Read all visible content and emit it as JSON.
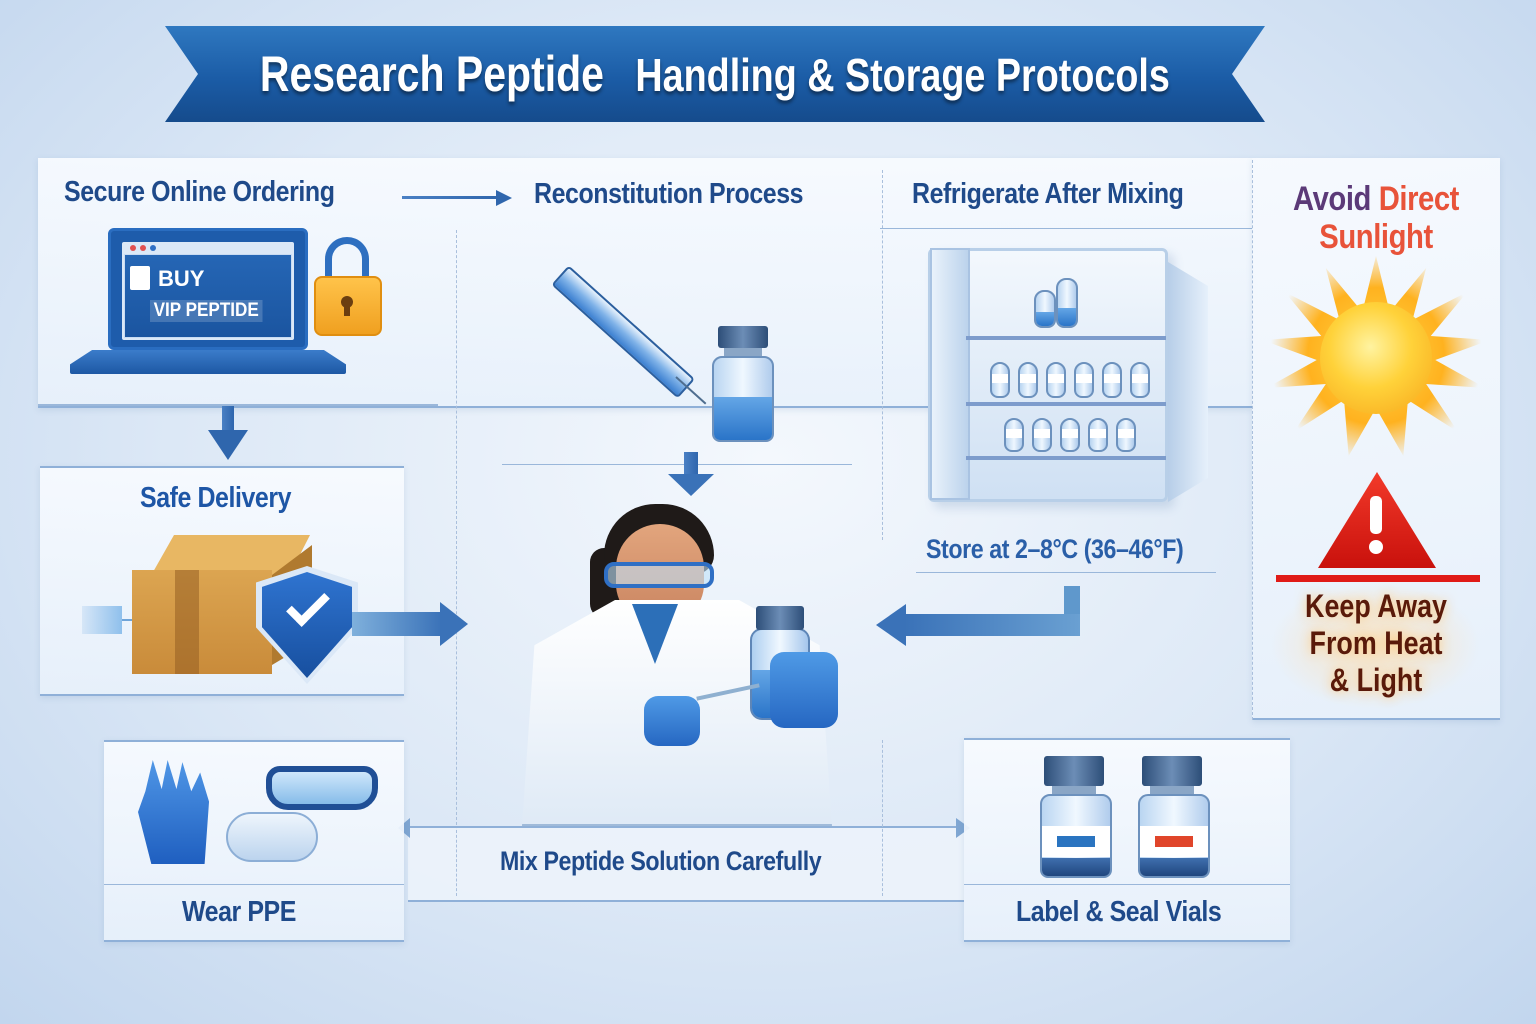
{
  "banner": {
    "title_part1": "Research Peptide",
    "title_part2": "Handling & Storage Protocols",
    "color": "#1b5ca6"
  },
  "steps": {
    "secure_ordering": {
      "title": "Secure Online Ordering",
      "screen_line1": "BUY",
      "screen_line2": "VIP PEPTIDE",
      "icons": [
        "laptop-icon",
        "padlock-icon"
      ]
    },
    "reconstitution": {
      "title": "Reconstitution Process",
      "icons": [
        "syringe-icon",
        "vial-icon"
      ]
    },
    "refrigerate": {
      "title": "Refrigerate After Mixing",
      "caption": "Store at 2–8°C (36–46°F)",
      "icons": [
        "refrigerator-icon",
        "vials-icon"
      ]
    },
    "sunlight": {
      "title_part1": "Avoid",
      "title_part2": "Direct",
      "title_part3": "Sunlight",
      "warning": "Keep Away From Heat & Light",
      "warning_lines": [
        "Keep Away",
        "From Heat",
        "& Light"
      ],
      "icons": [
        "sun-icon",
        "warning-triangle-icon"
      ],
      "colors": {
        "avoid": "#5b3a78",
        "direct": "#e8533a",
        "warning_red": "#e01b17",
        "warning_text": "#5a1a0a"
      }
    },
    "safe_delivery": {
      "title": "Safe Delivery",
      "icons": [
        "package-box-icon",
        "shield-check-icon"
      ]
    },
    "mix": {
      "caption": "Mix Peptide Solution Carefully",
      "icons": [
        "scientist-illustration"
      ]
    },
    "ppe": {
      "caption": "Wear PPE",
      "icons": [
        "gloves-icon",
        "face-mask-icon",
        "safety-goggles-icon"
      ]
    },
    "label_seal": {
      "caption": "Label & Seal Vials",
      "icons": [
        "vial-blue-label-icon",
        "vial-red-label-icon"
      ],
      "label_colors": [
        "#2a74c0",
        "#e0452a"
      ]
    }
  },
  "palette": {
    "heading_blue": "#1f4a8a",
    "arrow_blue": "#3a72b8",
    "background": "#dce8f6"
  }
}
